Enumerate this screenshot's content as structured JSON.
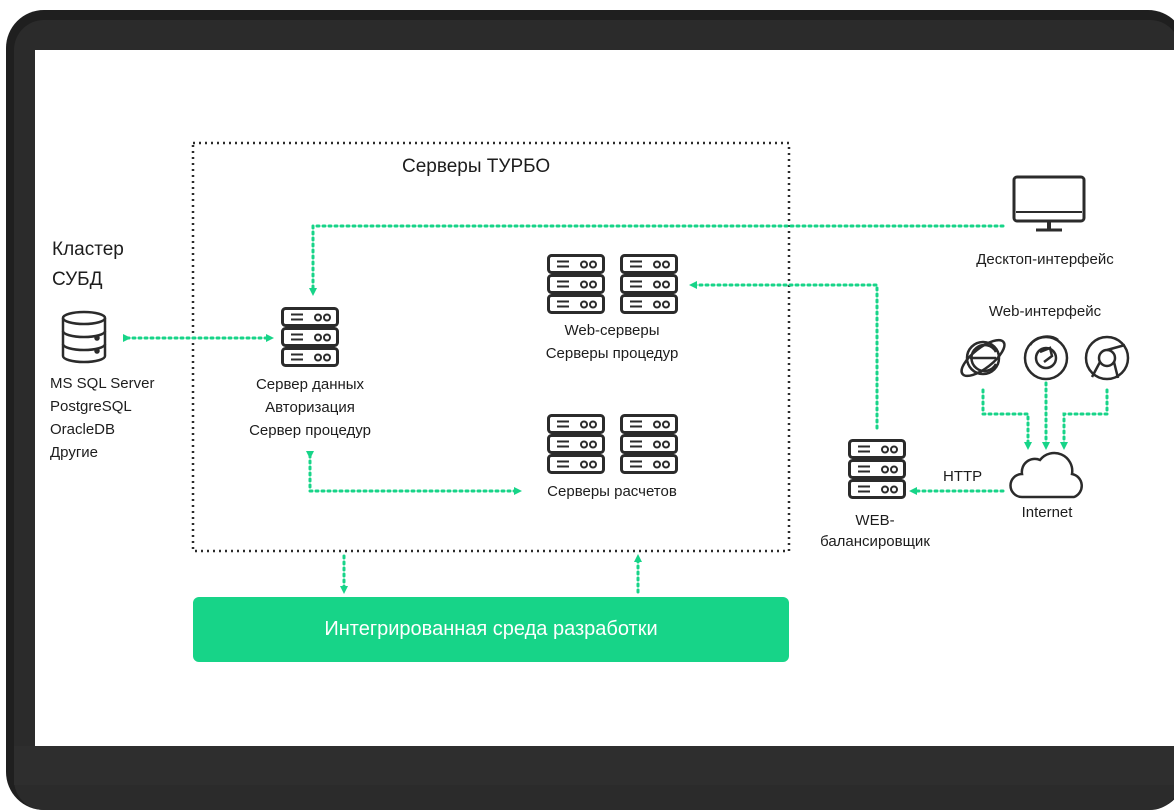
{
  "turbo_title": "Серверы ТУРБО",
  "cluster_title": [
    "Кластер",
    "СУБД"
  ],
  "db_list": [
    "MS SQL Server",
    "PostgreSQL",
    "OracleDB",
    "Другие"
  ],
  "data_server_lines": [
    "Сервер данных",
    "Авторизация",
    "Сервер процедур"
  ],
  "web_servers_lines": [
    "Web-серверы",
    "Серверы процедур"
  ],
  "calc_servers_label": "Серверы расчетов",
  "desktop_label": "Десктоп-интерфейс",
  "web_interface_label": "Web-интерфейс",
  "http_label": "HTTP",
  "internet_label": "Internet",
  "balancer_lines": [
    "WEB-",
    "балансировщик"
  ],
  "ide_label": "Интегрированная среда разработки",
  "colors": {
    "accent": "#17d488",
    "dark": "#2b2b2b",
    "frame": "#1f1f1f"
  },
  "icons": [
    "server-rack-icon",
    "database-icon",
    "monitor-icon",
    "internet-explorer-icon",
    "firefox-icon",
    "chrome-icon",
    "cloud-icon"
  ]
}
